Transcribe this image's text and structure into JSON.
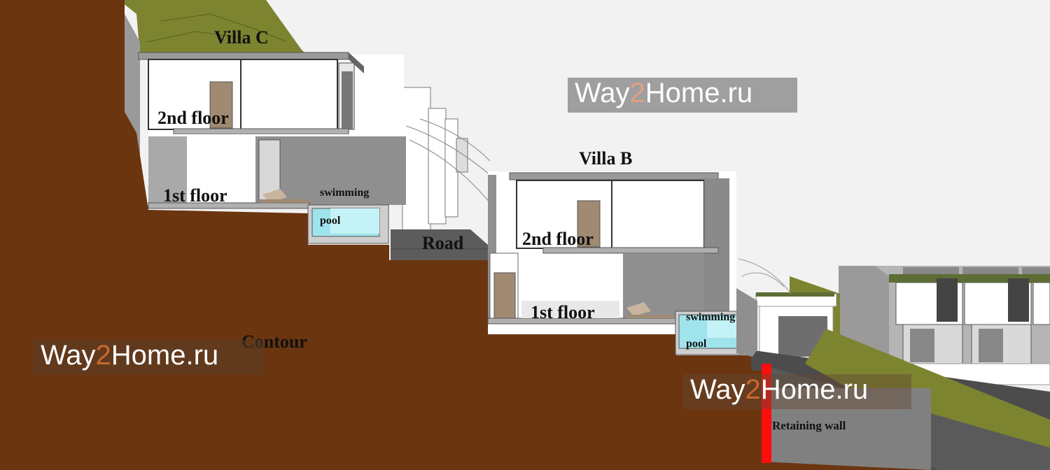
{
  "labels": {
    "villa_c": "Villa C",
    "villa_b": "Villa B",
    "c_second_floor": "2nd floor",
    "c_first_floor": "1st floor",
    "b_second_floor": "2nd floor",
    "b_first_floor": "1st floor",
    "c_pool_line1": "swimming",
    "c_pool_line2": "pool",
    "b_pool_line1": "swimming",
    "b_pool_line2": "pool",
    "road": "Road",
    "contour": "Contour",
    "retaining_wall": "Retaining wall"
  },
  "watermark": {
    "part1": "Way",
    "part2": "2",
    "part3": "Home.ru"
  },
  "colors": {
    "soil": "#6b3510",
    "grass": "#7d8430",
    "wall": "#ffffff",
    "concrete": "#8f8f8f",
    "pool_water": "#9fe4ec",
    "retaining_wall": "#ff0d0d",
    "door": "#a08a72",
    "watermark_accent": "#e0a083"
  }
}
